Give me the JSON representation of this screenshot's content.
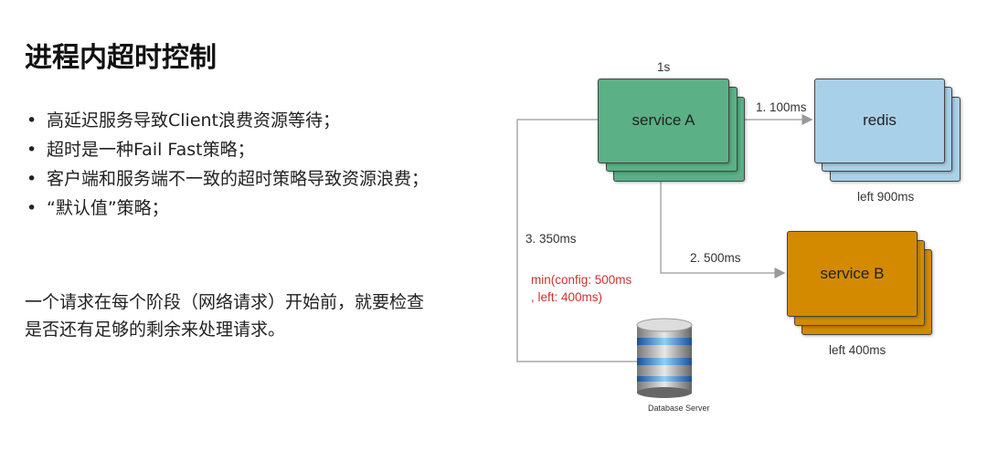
{
  "title": "进程内超时控制",
  "bullets": [
    "高延迟服务导致Client浪费资源等待；",
    "超时是一种Fail Fast策略；",
    "客户端和服务端不一致的超时策略导致资源浪费；",
    "“默认值”策略；"
  ],
  "paragraph": "一个请求在每个阶段（网络请求）开始前，就要检查是否还有足够的剩余来处理请求。",
  "diagram": {
    "total_budget": "1s",
    "service_a": "service A",
    "redis": "redis",
    "service_b": "service B",
    "edge1": "1. 100ms",
    "edge2": "2. 500ms",
    "edge3": "3. 350ms",
    "redis_left": "left 900ms",
    "service_b_left": "left 400ms",
    "min_note_line1": "min(config: 500ms",
    "min_note_line2": ", left: 400ms)",
    "db_label": "Database Server",
    "colors": {
      "service_a": "#5bb086",
      "redis": "#a8d0e8",
      "service_b": "#d38a00",
      "note": "#d0312d"
    }
  }
}
